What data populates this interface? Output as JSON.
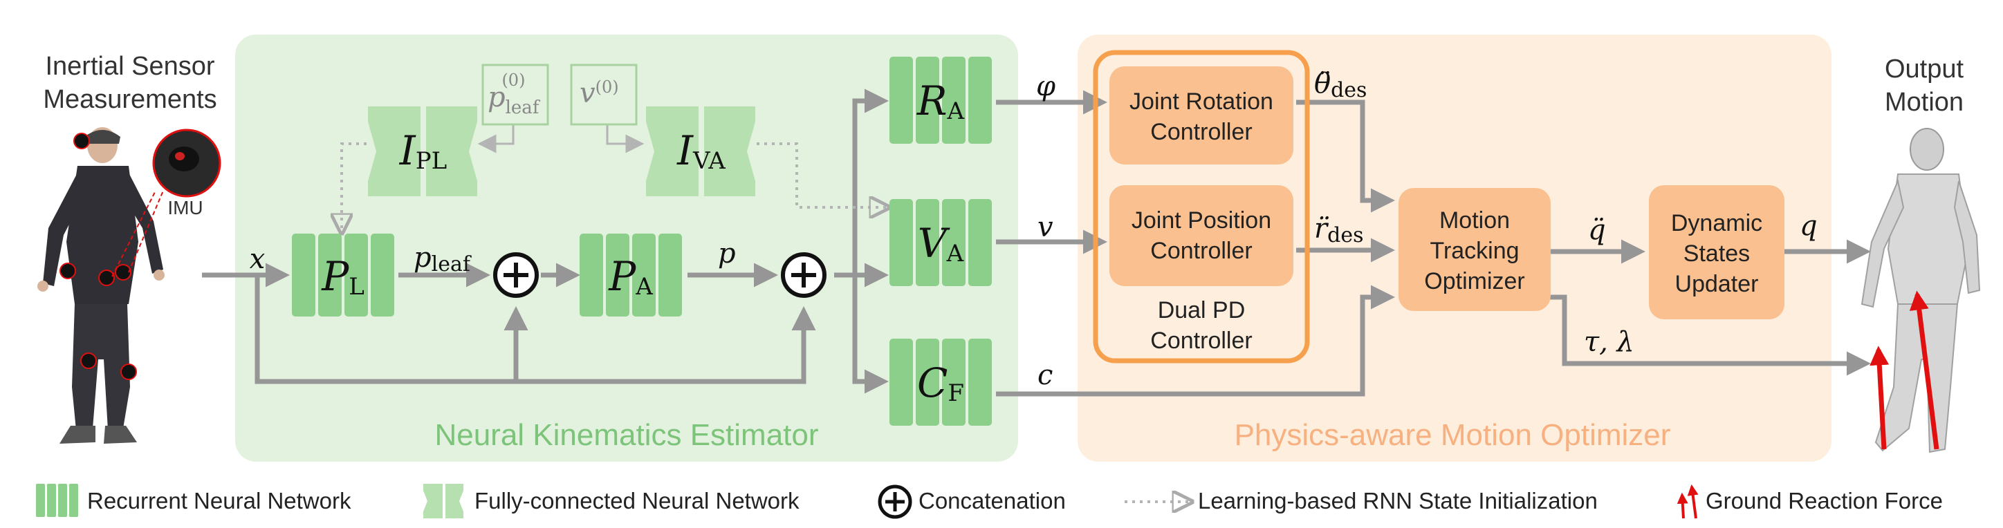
{
  "input": {
    "title_line1": "Inertial Sensor",
    "title_line2": "Measurements",
    "imu_label": "IMU"
  },
  "output": {
    "title_line1": "Output",
    "title_line2": "Motion"
  },
  "nke": {
    "title": "Neural Kinematics Estimator",
    "PL": {
      "main": "P",
      "sub": "L"
    },
    "PA": {
      "main": "P",
      "sub": "A"
    },
    "IPL": {
      "main": "I",
      "sub": "PL"
    },
    "IVA": {
      "main": "I",
      "sub": "VA"
    },
    "RA": {
      "main": "R",
      "sub": "A"
    },
    "VA": {
      "main": "V",
      "sub": "A"
    },
    "CF": {
      "main": "C",
      "sub": "F"
    },
    "init_pleaf": {
      "main": "p",
      "sub": "leaf",
      "sup": "(0)"
    },
    "init_v": {
      "main": "v",
      "sup": "(0)"
    }
  },
  "signals": {
    "x": "x",
    "pleaf": {
      "main": "p",
      "sub": "leaf"
    },
    "p": "p",
    "phi": "φ",
    "v": "v",
    "c": "c",
    "theta_des": {
      "main": "θ̈",
      "sub": "des"
    },
    "r_des": {
      "main": "r̈",
      "sub": "des"
    },
    "q_ddot": "q̈",
    "q": "q",
    "tau_lambda": "τ, λ"
  },
  "pamo": {
    "title": "Physics-aware Motion Optimizer",
    "joint_rotation": {
      "line1": "Joint Rotation",
      "line2": "Controller"
    },
    "joint_position": {
      "line1": "Joint Position",
      "line2": "Controller"
    },
    "dual_pd": {
      "line1": "Dual PD",
      "line2": "Controller"
    },
    "motion_tracking": {
      "line1": "Motion",
      "line2": "Tracking",
      "line3": "Optimizer"
    },
    "dynamic_states": {
      "line1": "Dynamic",
      "line2": "States",
      "line3": "Updater"
    }
  },
  "legend": {
    "rnn": "Recurrent Neural Network",
    "fc": "Fully-connected Neural Network",
    "concat": "Concatenation",
    "init": "Learning-based RNN State Initialization",
    "grf": "Ground Reaction Force"
  },
  "colors": {
    "green_panel": "#e3f1df",
    "green_block": "#8ccf8a",
    "orange_panel": "#fdeedd",
    "orange_block": "#fbc08f",
    "orange_border": "#f6a04d",
    "arrow_gray": "#969696",
    "green_title": "#7cc47a",
    "orange_title": "#f7b080",
    "red": "#e01010"
  }
}
